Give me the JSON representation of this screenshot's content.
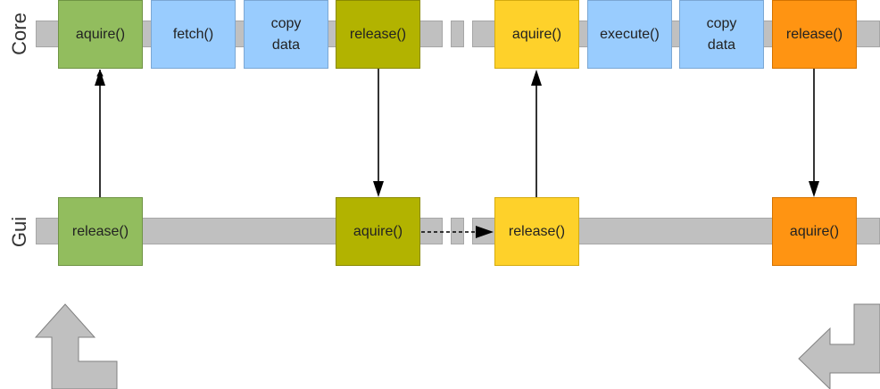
{
  "lanes": {
    "core": "Core",
    "gui": "Gui"
  },
  "core_steps": [
    {
      "label": "aquire()",
      "color": "#92bd5e",
      "border": "#6f9444"
    },
    {
      "label": "fetch()",
      "color": "#99ccfe",
      "border": "#7ba7d4"
    },
    {
      "label": "copy\ndata",
      "color": "#99ccfe",
      "border": "#7ba7d4"
    },
    {
      "label": "release()",
      "color": "#b2b300",
      "border": "#8a8a00"
    },
    {
      "label": "aquire()",
      "color": "#fed12a",
      "border": "#d4ab10"
    },
    {
      "label": "execute()",
      "color": "#99ccfe",
      "border": "#7ba7d4"
    },
    {
      "label": "copy\ndata",
      "color": "#99ccfe",
      "border": "#7ba7d4"
    },
    {
      "label": "release()",
      "color": "#ff9412",
      "border": "#d47300"
    }
  ],
  "gui_steps": [
    {
      "label": "release()",
      "color": "#92bd5e",
      "border": "#6f9444"
    },
    {
      "label": "aquire()",
      "color": "#b2b300",
      "border": "#8a8a00"
    },
    {
      "label": "release()",
      "color": "#fed12a",
      "border": "#d4ab10"
    },
    {
      "label": "aquire()",
      "color": "#ff9412",
      "border": "#d47300"
    }
  ],
  "colors": {
    "track": "#c0c0c0",
    "arrow": "#000000",
    "loop_arrow_fill": "#c0c0c0",
    "loop_arrow_stroke": "#808080"
  }
}
